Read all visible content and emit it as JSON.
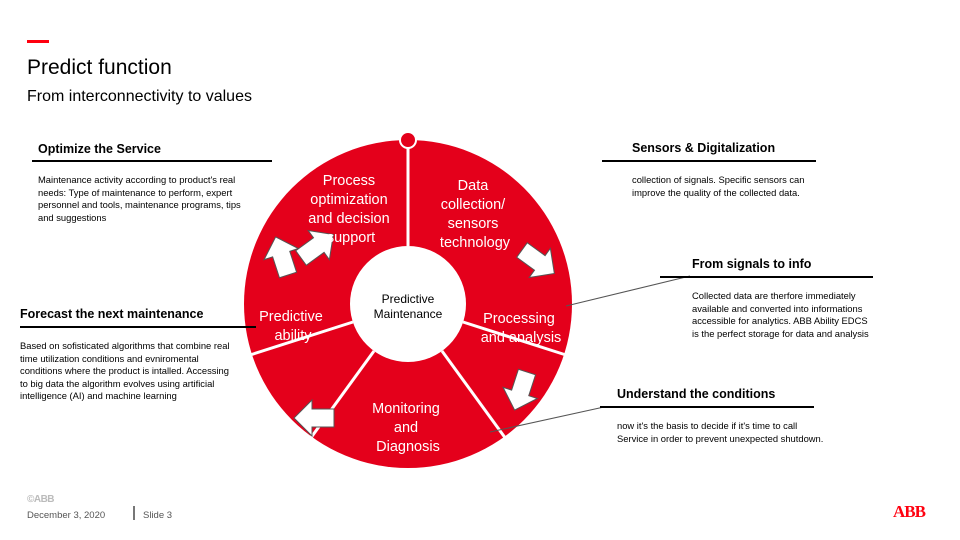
{
  "header": {
    "title": "Predict function",
    "subtitle": "From interconnectivity to values"
  },
  "left": {
    "optimize": {
      "heading": "Optimize the Service",
      "body": "Maintenance activity according to product's real needs: Type of maintenance to perform, expert personnel and tools, maintenance programs, tips and suggestions"
    },
    "forecast": {
      "heading": "Forecast the next maintenance",
      "body": "Based on sofisticated algorithms that combine real time utilization conditions and evniromental conditions where the product is intalled. Accessing to big data the algorithm evolves using artificial intelligence (AI) and machine learning"
    }
  },
  "right": {
    "sensors": {
      "heading": "Sensors & Digitalization",
      "body": "collection of signals. Specific sensors can improve the quality of the collected data."
    },
    "signals": {
      "heading": "From signals to info",
      "body": "Collected data are therfore immediately available and converted into informations accessible for analytics. ABB Ability EDCS is the perfect storage for data and analysis"
    },
    "conditions": {
      "heading": "Understand the conditions",
      "body": "now it's the basis to decide if it's time to call Service in order to prevent unexpected shutdown."
    }
  },
  "diagram": {
    "center": "Predictive Maintenance",
    "segments": {
      "process_optimization": [
        "Process",
        "optimization",
        "and decision",
        "support"
      ],
      "data_collection": [
        "Data",
        "collection/",
        "sensors",
        "technology"
      ],
      "processing": [
        "Processing",
        "and analysis"
      ],
      "monitoring": [
        "Monitoring",
        "and",
        "Diagnosis"
      ],
      "predictive_ability": [
        "Predictive",
        "ability"
      ]
    }
  },
  "footer": {
    "logo_text": "©ABB",
    "date": "December 3, 2020",
    "slide": "Slide 3",
    "brand": "ABB"
  },
  "colors": {
    "accent": "#ff000f",
    "ring": "#e4001b"
  }
}
